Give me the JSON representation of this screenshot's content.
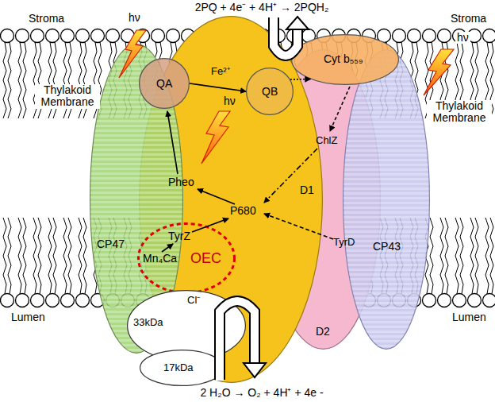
{
  "diagram": {
    "nodes": [
      {
        "text": [
          "CP47"
        ]
      },
      {
        "text": [
          "D1"
        ]
      },
      {
        "text": [
          "D2"
        ]
      },
      {
        "text": [
          "CP43"
        ]
      },
      {
        "text": [
          "QA"
        ]
      },
      {
        "text": [
          "QB"
        ]
      },
      {
        "text": [
          "Cyt b₅₅₉"
        ]
      },
      {
        "text": [
          "Mn₄Ca",
          "TyrZ",
          "OEC"
        ]
      },
      {
        "text": [
          "33kDa",
          "Cl⁻"
        ]
      },
      {
        "text": [
          "17kDa"
        ]
      }
    ],
    "edges": [
      {
        "from": 4,
        "to": 5,
        "arrow": "to"
      },
      {
        "from": 5,
        "to": 6,
        "arrow": "to"
      }
    ],
    "labels": [
      "2PQ + 4e⁻ + 4H⁺ → 2PQH₂",
      "Stroma",
      "Stroma",
      "hν",
      "hν",
      "hν",
      "Fe²⁺",
      "Pheo",
      "P680",
      "ChlZ",
      "TyrD",
      "Thylakoid Membrane",
      "Thylakoid Membrane",
      "Lumen",
      "Lumen",
      "2 H₂O → O₂ + 4H⁺ + 4e -"
    ]
  }
}
